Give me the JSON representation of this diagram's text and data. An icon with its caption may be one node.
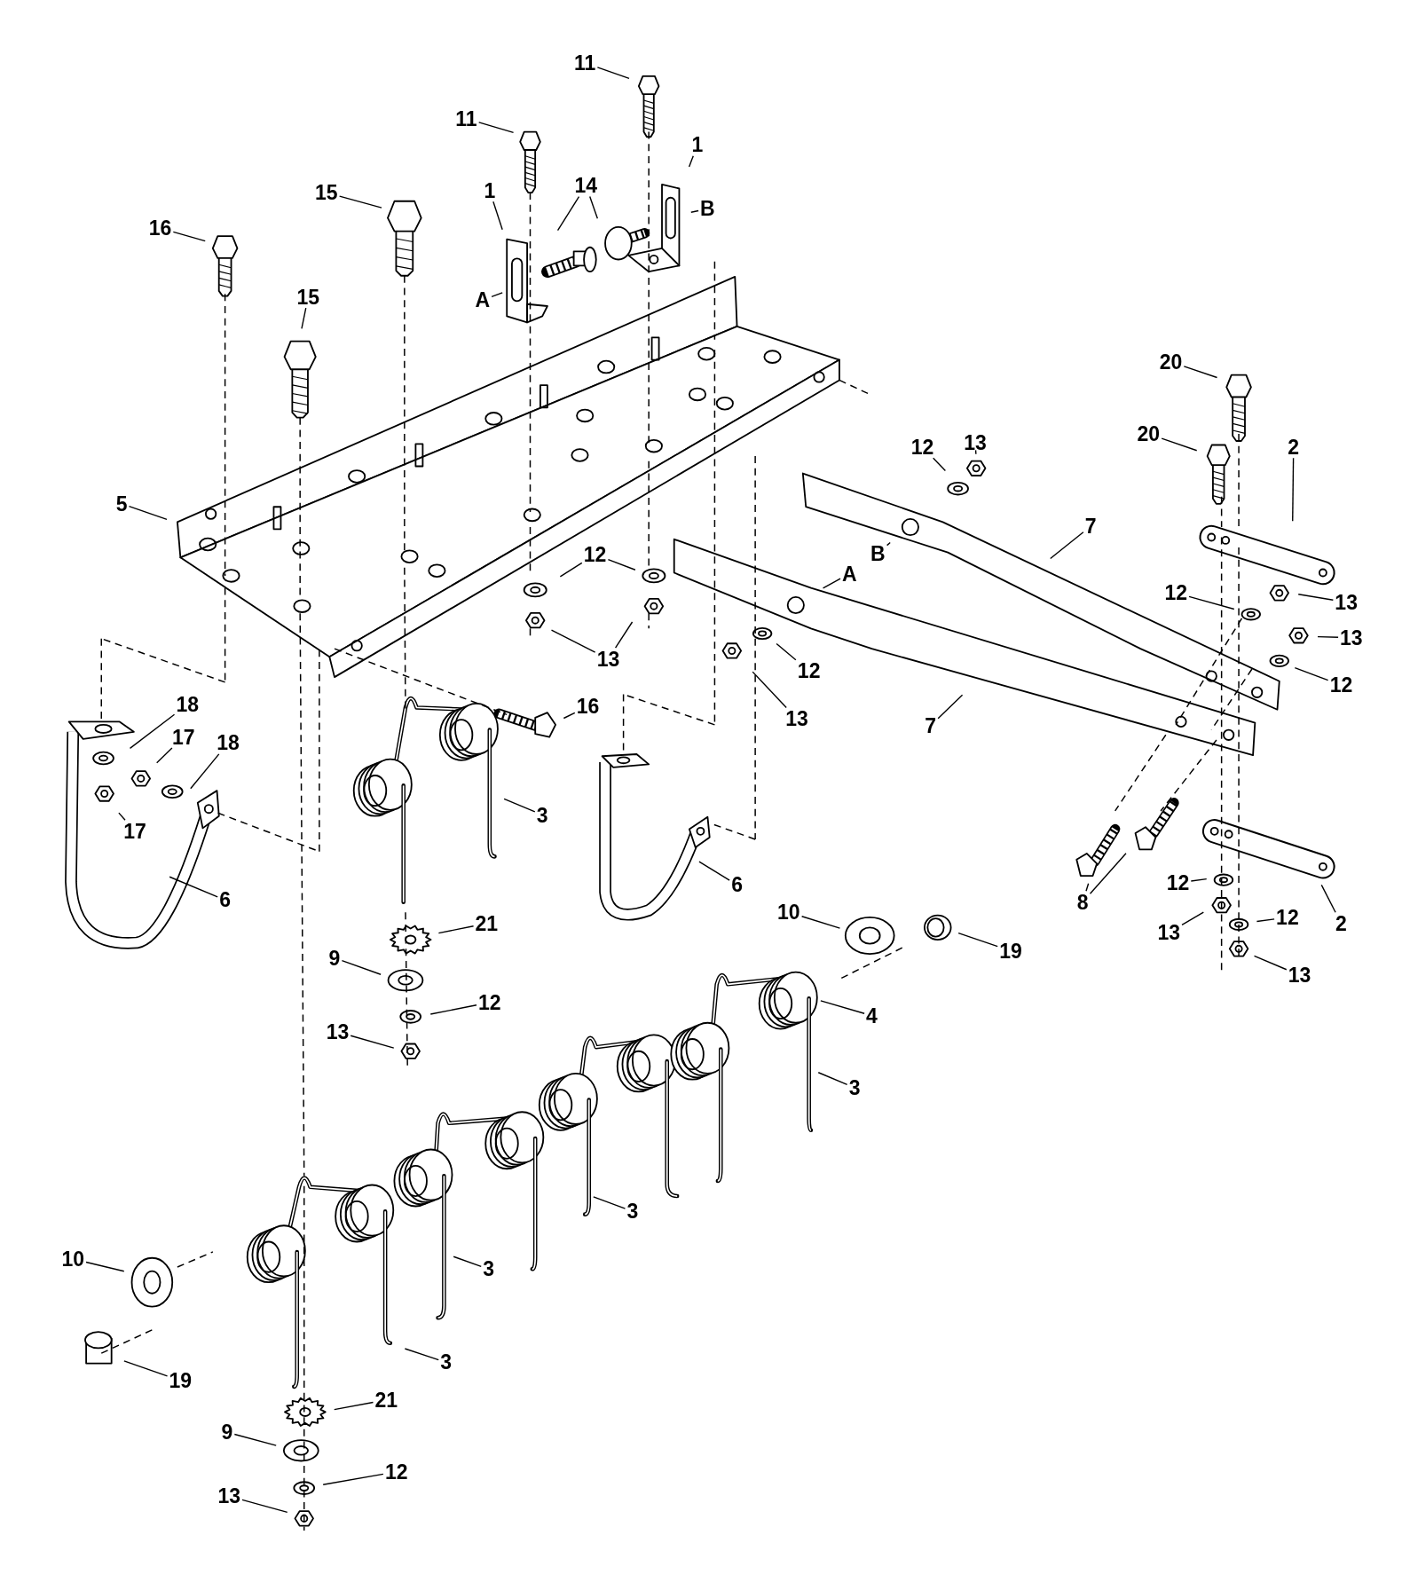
{
  "diagram": {
    "nodes": [
      {
        "text": [
          "11"
        ]
      },
      {
        "text": [
          "11"
        ]
      },
      {
        "text": [
          "1"
        ]
      },
      {
        "text": [
          "14"
        ]
      },
      {
        "text": [
          "16"
        ]
      },
      {
        "text": [
          "15"
        ]
      },
      {
        "text": [
          "1"
        ]
      },
      {
        "text": [
          "B"
        ]
      },
      {
        "text": [
          "A"
        ]
      },
      {
        "text": [
          "15"
        ]
      },
      {
        "text": [
          "20"
        ]
      },
      {
        "text": [
          "13"
        ]
      },
      {
        "text": [
          "20"
        ]
      },
      {
        "text": [
          "2"
        ]
      },
      {
        "text": [
          "12"
        ]
      },
      {
        "text": [
          "5"
        ]
      },
      {
        "text": [
          "7"
        ]
      },
      {
        "text": [
          "B"
        ]
      },
      {
        "text": [
          "A"
        ]
      },
      {
        "text": [
          "12"
        ]
      },
      {
        "text": [
          "12"
        ]
      },
      {
        "text": [
          "13"
        ]
      },
      {
        "text": [
          "13"
        ]
      },
      {
        "text": [
          "13"
        ]
      },
      {
        "text": [
          "12"
        ]
      },
      {
        "text": [
          "12"
        ]
      },
      {
        "text": [
          "13"
        ]
      },
      {
        "text": [
          "7"
        ]
      },
      {
        "text": [
          "18"
        ]
      },
      {
        "text": [
          "17"
        ]
      },
      {
        "text": [
          "18"
        ]
      },
      {
        "text": [
          "16"
        ]
      },
      {
        "text": [
          "17"
        ]
      },
      {
        "text": [
          "3"
        ]
      },
      {
        "text": [
          "6"
        ]
      },
      {
        "text": [
          "6"
        ]
      },
      {
        "text": [
          "8"
        ]
      },
      {
        "text": [
          "12"
        ]
      },
      {
        "text": [
          "2"
        ]
      },
      {
        "text": [
          "21"
        ]
      },
      {
        "text": [
          "10"
        ]
      },
      {
        "text": [
          "19"
        ]
      },
      {
        "text": [
          "13"
        ]
      },
      {
        "text": [
          "12"
        ]
      },
      {
        "text": [
          "9"
        ]
      },
      {
        "text": [
          "13"
        ]
      },
      {
        "text": [
          "12"
        ]
      },
      {
        "text": [
          "4"
        ]
      },
      {
        "text": [
          "13"
        ]
      },
      {
        "text": [
          "3"
        ]
      },
      {
        "text": [
          "3"
        ]
      },
      {
        "text": [
          "3"
        ]
      },
      {
        "text": [
          "10"
        ]
      },
      {
        "text": [
          "3"
        ]
      },
      {
        "text": [
          "19"
        ]
      },
      {
        "text": [
          "21"
        ]
      },
      {
        "text": [
          "9"
        ]
      },
      {
        "text": [
          "12"
        ]
      },
      {
        "text": [
          "13"
        ]
      }
    ],
    "edges": [
      {
        "from": 0,
        "to": null,
        "arrow": "none"
      },
      {
        "from": 1,
        "to": null,
        "arrow": "none"
      },
      {
        "from": 2,
        "to": null,
        "arrow": "none"
      },
      {
        "from": 3,
        "to": null,
        "arrow": "none"
      },
      {
        "from": 3,
        "to": null,
        "arrow": "none"
      },
      {
        "from": 4,
        "to": null,
        "arrow": "none"
      },
      {
        "from": 5,
        "to": null,
        "arrow": "none"
      },
      {
        "from": 6,
        "to": null,
        "arrow": "none"
      },
      {
        "from": 7,
        "to": null,
        "arrow": "none"
      },
      {
        "from": 8,
        "to": null,
        "arrow": "none"
      },
      {
        "from": 9,
        "to": null,
        "arrow": "none"
      },
      {
        "from": 10,
        "to": null,
        "arrow": "none"
      },
      {
        "from": 11,
        "to": null,
        "arrow": "none"
      },
      {
        "from": 12,
        "to": null,
        "arrow": "none"
      },
      {
        "from": 13,
        "to": null,
        "arrow": "none"
      },
      {
        "from": 14,
        "to": null,
        "arrow": "none"
      },
      {
        "from": 15,
        "to": null,
        "arrow": "none"
      },
      {
        "from": 16,
        "to": null,
        "arrow": "none"
      },
      {
        "from": 17,
        "to": null,
        "arrow": "none"
      },
      {
        "from": 18,
        "to": null,
        "arrow": "none"
      },
      {
        "from": 19,
        "to": null,
        "arrow": "none"
      },
      {
        "from": 19,
        "to": null,
        "arrow": "none"
      },
      {
        "from": 20,
        "to": null,
        "arrow": "none"
      },
      {
        "from": 21,
        "to": null,
        "arrow": "none"
      },
      {
        "from": 22,
        "to": null,
        "arrow": "none"
      },
      {
        "from": 23,
        "to": null,
        "arrow": "none"
      },
      {
        "from": 23,
        "to": null,
        "arrow": "none"
      },
      {
        "from": 24,
        "to": null,
        "arrow": "none"
      },
      {
        "from": 25,
        "to": null,
        "arrow": "none"
      },
      {
        "from": 26,
        "to": null,
        "arrow": "none"
      },
      {
        "from": 27,
        "to": null,
        "arrow": "none"
      },
      {
        "from": 28,
        "to": null,
        "arrow": "none"
      },
      {
        "from": 29,
        "to": null,
        "arrow": "none"
      },
      {
        "from": 30,
        "to": null,
        "arrow": "none"
      },
      {
        "from": 31,
        "to": null,
        "arrow": "none"
      },
      {
        "from": 32,
        "to": null,
        "arrow": "none"
      },
      {
        "from": 33,
        "to": null,
        "arrow": "none"
      },
      {
        "from": 34,
        "to": null,
        "arrow": "none"
      },
      {
        "from": 35,
        "to": null,
        "arrow": "none"
      },
      {
        "from": 36,
        "to": null,
        "arrow": "none"
      },
      {
        "from": 36,
        "to": null,
        "arrow": "none"
      },
      {
        "from": 37,
        "to": null,
        "arrow": "none"
      },
      {
        "from": 38,
        "to": null,
        "arrow": "none"
      },
      {
        "from": 39,
        "to": null,
        "arrow": "none"
      },
      {
        "from": 40,
        "to": null,
        "arrow": "none"
      },
      {
        "from": 41,
        "to": null,
        "arrow": "none"
      },
      {
        "from": 42,
        "to": null,
        "arrow": "none"
      },
      {
        "from": 43,
        "to": null,
        "arrow": "none"
      },
      {
        "from": 44,
        "to": null,
        "arrow": "none"
      },
      {
        "from": 45,
        "to": null,
        "arrow": "none"
      },
      {
        "from": 46,
        "to": null,
        "arrow": "none"
      },
      {
        "from": 47,
        "to": null,
        "arrow": "none"
      },
      {
        "from": 48,
        "to": null,
        "arrow": "none"
      },
      {
        "from": 49,
        "to": null,
        "arrow": "none"
      },
      {
        "from": 50,
        "to": null,
        "arrow": "none"
      },
      {
        "from": 51,
        "to": null,
        "arrow": "none"
      },
      {
        "from": 52,
        "to": null,
        "arrow": "none"
      },
      {
        "from": 53,
        "to": null,
        "arrow": "none"
      },
      {
        "from": 54,
        "to": null,
        "arrow": "none"
      },
      {
        "from": 55,
        "to": null,
        "arrow": "none"
      },
      {
        "from": 56,
        "to": null,
        "arrow": "none"
      },
      {
        "from": 57,
        "to": null,
        "arrow": "none"
      },
      {
        "from": 58,
        "to": null,
        "arrow": "none"
      }
    ]
  }
}
